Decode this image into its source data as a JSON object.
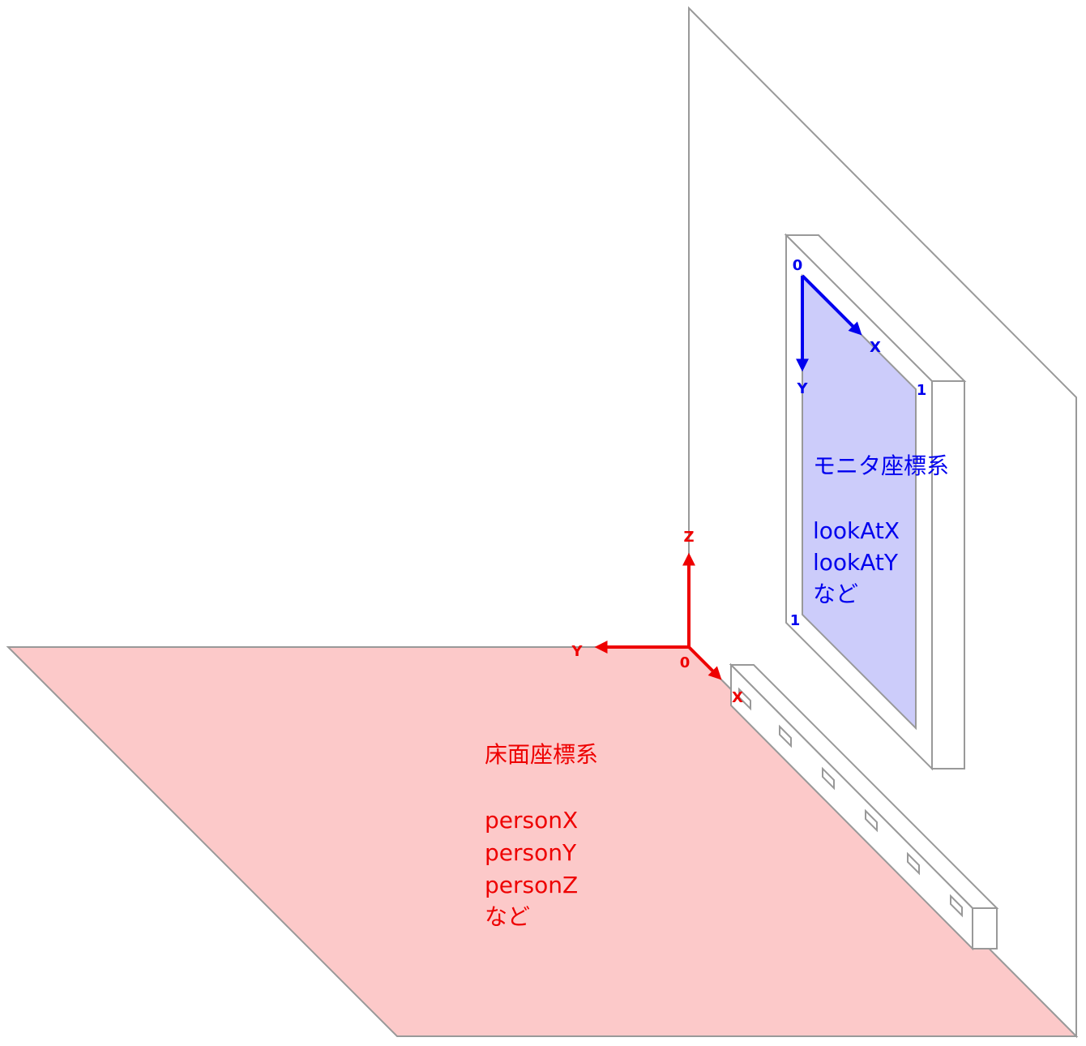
{
  "colors": {
    "floor_fill": "#fcc9c9",
    "screen_fill": "#ccccfa",
    "outline": "#999999",
    "floor_axis": "#ee0000",
    "monitor_axis": "#0000ee"
  },
  "floor": {
    "axes": {
      "origin_label": "0",
      "x_label": "X",
      "y_label": "Y",
      "z_label": "Z"
    },
    "title": "床面座標系",
    "variables": [
      "personX",
      "personY",
      "personZ",
      "など"
    ]
  },
  "monitor": {
    "axes": {
      "origin_label": "0",
      "x_label": "X",
      "y_label": "Y",
      "x_end_label": "1",
      "y_end_label": "1"
    },
    "title": "モニタ座標系",
    "variables": [
      "lookAtX",
      "lookAtY",
      "など"
    ]
  },
  "icons": {
    "sensor_bar": "sensor-bar-icon"
  }
}
